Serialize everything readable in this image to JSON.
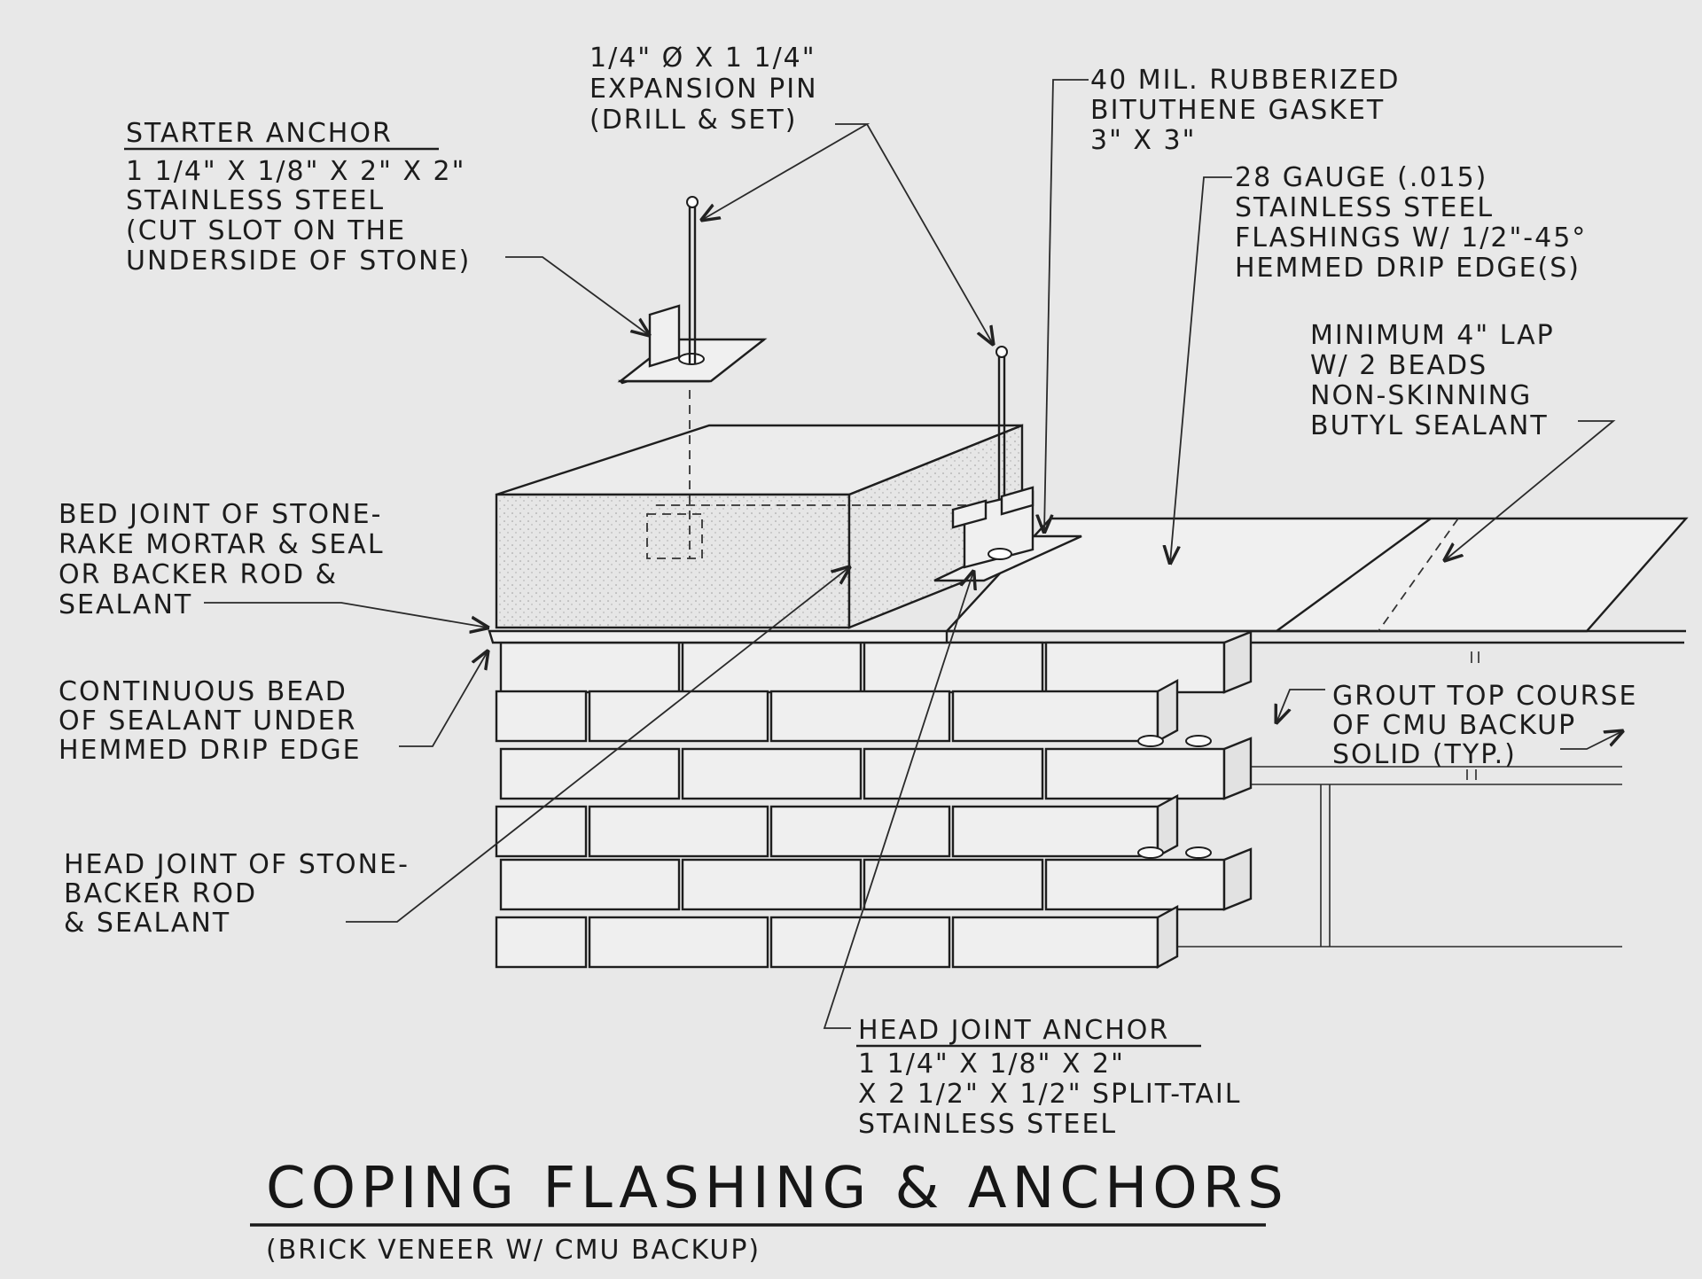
{
  "title": "COPING FLASHING & ANCHORS",
  "subtitle": "(BRICK VENEER W/ CMU BACKUP)",
  "callouts": {
    "starter_anchor": {
      "heading": "STARTER ANCHOR",
      "lines": [
        "1 1/4\" X 1/8\" X 2\" X 2\"",
        "STAINLESS STEEL",
        "(CUT SLOT ON THE",
        "UNDERSIDE OF STONE)"
      ]
    },
    "expansion_pin": {
      "lines": [
        "1/4\" Ø X 1 1/4\"",
        "EXPANSION PIN",
        "(DRILL & SET)"
      ]
    },
    "gasket": {
      "lines": [
        "40 MIL. RUBBERIZED",
        "BITUTHENE GASKET",
        "3\" X 3\""
      ]
    },
    "flashing": {
      "lines": [
        "28 GAUGE (.015)",
        "STAINLESS STEEL",
        "FLASHINGS W/ 1/2\"-45°",
        "HEMMED DRIP EDGE(S)"
      ]
    },
    "lap": {
      "lines": [
        "MINIMUM 4\" LAP",
        "W/ 2 BEADS",
        "NON-SKINNING",
        "BUTYL SEALANT"
      ]
    },
    "bed_joint": {
      "lines": [
        "BED JOINT OF STONE-",
        "RAKE MORTAR & SEAL",
        "OR BACKER ROD &",
        "SEALANT"
      ]
    },
    "continuous_bead": {
      "lines": [
        "CONTINUOUS BEAD",
        "OF SEALANT UNDER",
        "HEMMED DRIP EDGE"
      ]
    },
    "grout": {
      "lines": [
        "GROUT TOP COURSE",
        "OF CMU BACKUP",
        "SOLID (TYP.)"
      ]
    },
    "head_joint": {
      "lines": [
        "HEAD JOINT OF STONE-",
        "BACKER ROD",
        "& SEALANT"
      ]
    },
    "head_joint_anchor": {
      "heading": "HEAD JOINT ANCHOR",
      "lines": [
        "1 1/4\" X 1/8\" X 2\"",
        "X 2 1/2\" X 1/2\" SPLIT-TAIL",
        "STAINLESS STEEL"
      ]
    }
  }
}
